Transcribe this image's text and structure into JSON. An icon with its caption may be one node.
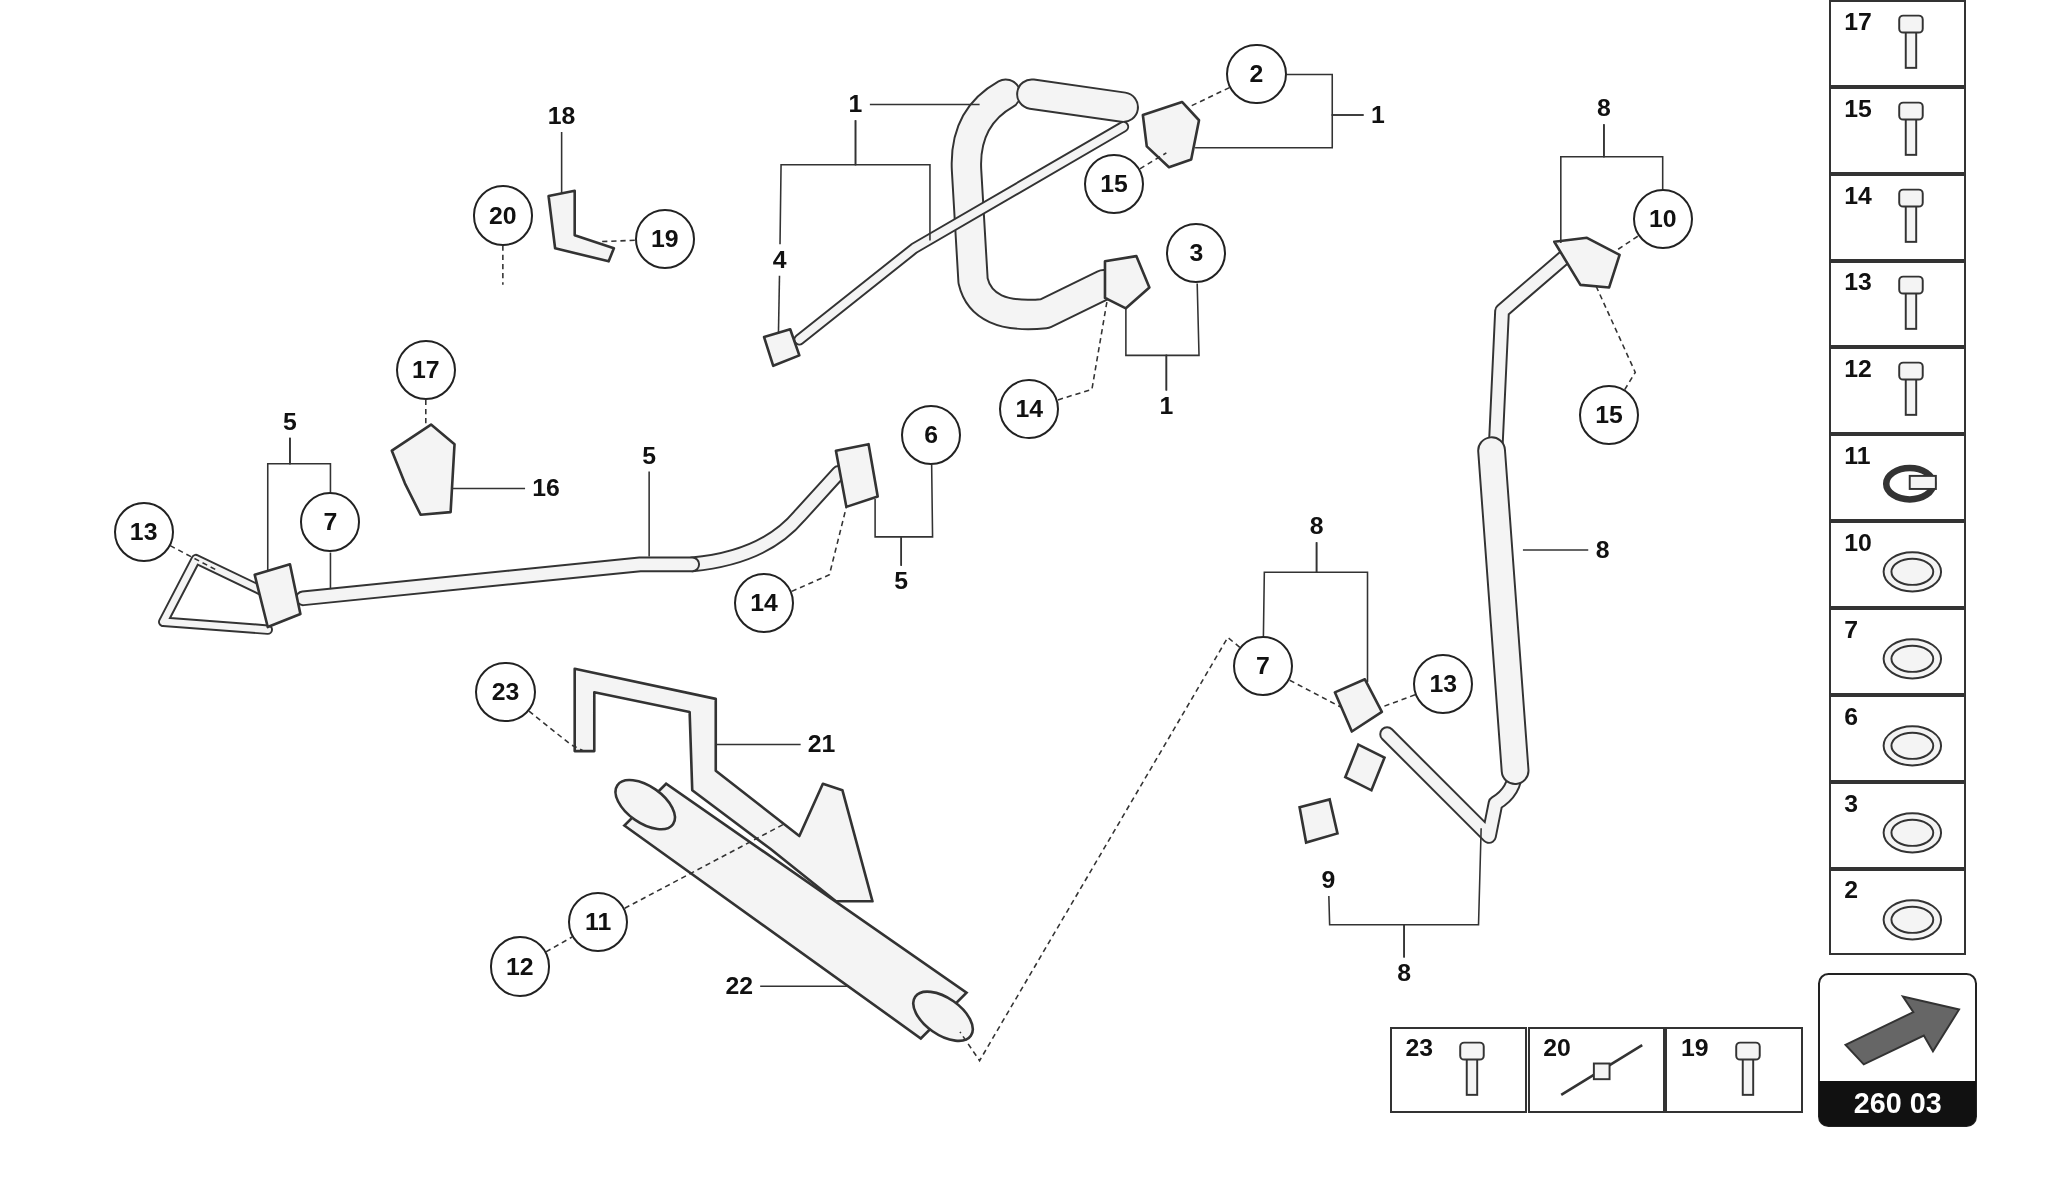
{
  "diagram": {
    "nodes": [
      {
        "text": [
          "1"
        ]
      },
      {
        "text": [
          "2"
        ]
      },
      {
        "text": [
          "1"
        ]
      },
      {
        "text": [
          "18"
        ]
      },
      {
        "text": [
          "15"
        ]
      },
      {
        "text": [
          "20"
        ]
      },
      {
        "text": [
          "19"
        ]
      },
      {
        "text": [
          "4"
        ]
      },
      {
        "text": [
          "3"
        ]
      },
      {
        "text": [
          "14"
        ]
      },
      {
        "text": [
          "1"
        ]
      },
      {
        "text": [
          "8"
        ]
      },
      {
        "text": [
          "10"
        ]
      },
      {
        "text": [
          "15"
        ]
      },
      {
        "text": [
          "17"
        ]
      },
      {
        "text": [
          "5"
        ]
      },
      {
        "text": [
          "16"
        ]
      },
      {
        "text": [
          "5"
        ]
      },
      {
        "text": [
          "6"
        ]
      },
      {
        "text": [
          "13"
        ]
      },
      {
        "text": [
          "7"
        ]
      },
      {
        "text": [
          "14"
        ]
      },
      {
        "text": [
          "5"
        ]
      },
      {
        "text": [
          "8"
        ]
      },
      {
        "text": [
          "8"
        ]
      },
      {
        "text": [
          "23"
        ]
      },
      {
        "text": [
          "7"
        ]
      },
      {
        "text": [
          "13"
        ]
      },
      {
        "text": [
          "21"
        ]
      },
      {
        "text": [
          "9"
        ]
      },
      {
        "text": [
          "11"
        ]
      },
      {
        "text": [
          "12"
        ]
      },
      {
        "text": [
          "22"
        ]
      },
      {
        "text": [
          "8"
        ]
      },
      {
        "text": [],
        "shape": "picture"
      },
      {
        "text": [],
        "shape": "picture"
      },
      {
        "text": [],
        "shape": "picture"
      },
      {
        "text": [],
        "shape": "picture"
      },
      {
        "text": [],
        "shape": "picture"
      },
      {
        "text": [],
        "shape": "picture"
      },
      {
        "text": [],
        "shape": "picture"
      },
      {
        "text": [],
        "shape": "picture"
      },
      {
        "text": [],
        "shape": "picture"
      },
      {
        "text": [],
        "shape": "picture"
      },
      {
        "text": [],
        "shape": "picture"
      },
      {
        "text": [],
        "shape": "picture"
      },
      {
        "text": [],
        "shape": "picture"
      },
      {
        "text": [],
        "shape": "picture"
      },
      {
        "text": [],
        "shape": "picture"
      },
      {
        "text": [],
        "shape": "picture"
      },
      {
        "text": [],
        "shape": "picture"
      }
    ],
    "edges": [
      {
        "from": 0,
        "to": 34,
        "arrow": "none"
      },
      {
        "from": 0,
        "to": 7,
        "arrow": "none"
      },
      {
        "from": 0,
        "to": 36,
        "arrow": "none"
      },
      {
        "from": 7,
        "to": 37,
        "arrow": "none"
      },
      {
        "from": 1,
        "to": 35,
        "arrow": "none",
        "style": "dashed"
      },
      {
        "from": 2,
        "to": 1,
        "arrow": "none"
      },
      {
        "from": 2,
        "to": 35,
        "arrow": "none"
      },
      {
        "from": 3,
        "to": 39,
        "arrow": "none"
      },
      {
        "from": 4,
        "to": 35,
        "arrow": "none",
        "style": "dashed"
      },
      {
        "from": 5,
        "to": null,
        "arrow": "none",
        "style": "dashed"
      },
      {
        "from": 6,
        "to": 39,
        "arrow": "none",
        "style": "dashed"
      },
      {
        "from": 10,
        "to": 8,
        "arrow": "none"
      },
      {
        "from": 10,
        "to": 38,
        "arrow": "none"
      },
      {
        "from": 9,
        "to": 38,
        "arrow": "none",
        "style": "dashed"
      },
      {
        "from": 11,
        "to": 48,
        "arrow": "none"
      },
      {
        "from": 11,
        "to": 12,
        "arrow": "none"
      },
      {
        "from": 12,
        "to": 48,
        "arrow": "none",
        "style": "dashed"
      },
      {
        "from": 13,
        "to": 48,
        "arrow": "none",
        "style": "dashed"
      },
      {
        "from": 14,
        "to": 44,
        "arrow": "none",
        "style": "dashed"
      },
      {
        "from": 16,
        "to": 44,
        "arrow": "none"
      },
      {
        "from": 15,
        "to": 42,
        "arrow": "none"
      },
      {
        "from": 15,
        "to": 20,
        "arrow": "none"
      },
      {
        "from": 20,
        "to": 40,
        "arrow": "none"
      },
      {
        "from": 19,
        "to": 41,
        "arrow": "none",
        "style": "dashed"
      },
      {
        "from": 17,
        "to": 40,
        "arrow": "none"
      },
      {
        "from": 22,
        "to": 18,
        "arrow": "none"
      },
      {
        "from": 22,
        "to": 43,
        "arrow": "none"
      },
      {
        "from": 21,
        "to": 43,
        "arrow": "none",
        "style": "dashed"
      },
      {
        "from": 23,
        "to": 26,
        "arrow": "none"
      },
      {
        "from": 23,
        "to": 50,
        "arrow": "none"
      },
      {
        "from": 24,
        "to": 49,
        "arrow": "none"
      },
      {
        "from": 25,
        "to": 45,
        "arrow": "none",
        "style": "dashed"
      },
      {
        "from": 26,
        "to": 50,
        "arrow": "none",
        "style": "dashed"
      },
      {
        "from": 27,
        "to": 50,
        "arrow": "none",
        "style": "dashed"
      },
      {
        "from": 28,
        "to": 45,
        "arrow": "none"
      },
      {
        "from": 33,
        "to": 29,
        "arrow": "none"
      },
      {
        "from": 33,
        "to": 47,
        "arrow": "none"
      },
      {
        "from": 30,
        "to": 45,
        "arrow": "none",
        "style": "dashed"
      },
      {
        "from": 31,
        "to": 30,
        "arrow": "none",
        "style": "dashed"
      },
      {
        "from": 32,
        "to": 46,
        "arrow": "none"
      },
      {
        "from": 26,
        "to": 46,
        "arrow": "none",
        "style": "dashed"
      }
    ],
    "labels": [
      "17",
      "15",
      "14",
      "13",
      "12",
      "11",
      "10",
      "7",
      "6",
      "3",
      "2",
      "23",
      "20",
      "19",
      "260 03"
    ]
  }
}
